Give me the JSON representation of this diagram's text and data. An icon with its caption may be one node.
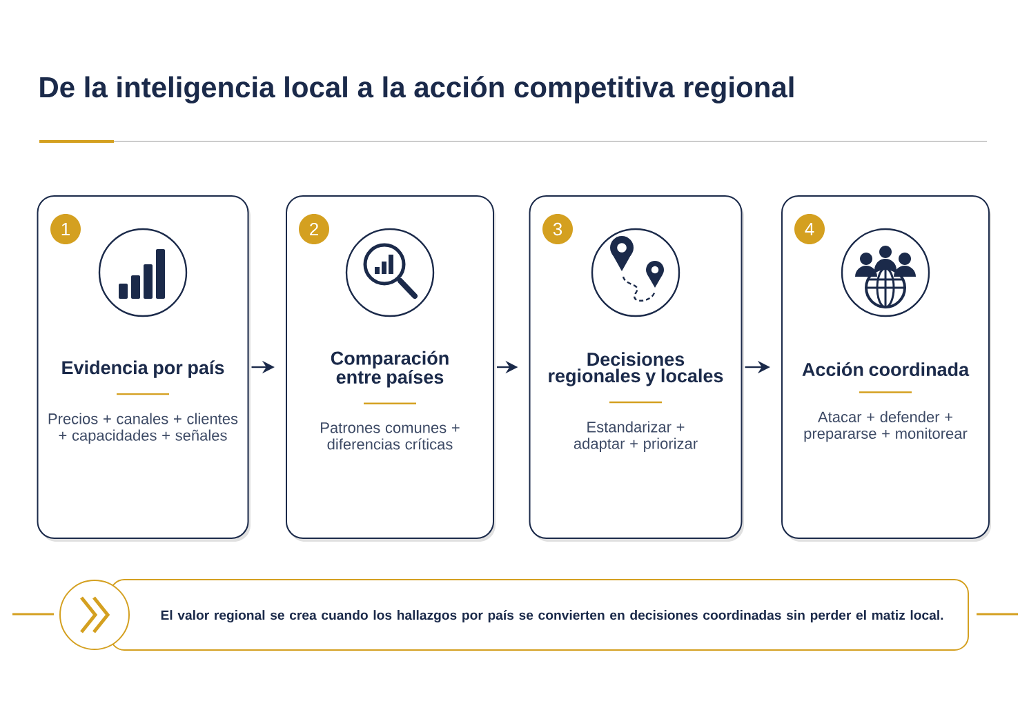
{
  "diagram": {
    "title": "De la inteligencia local a la acción competitiva regional",
    "nodes": [
      {
        "text": [
          "Evidencia por país",
          "Precios + canales + clientes + capacidades + señales"
        ]
      },
      {
        "text": [
          "1"
        ],
        "in": 0
      },
      {
        "text": [
          "Comparación entre países",
          "Patrones comunes + diferencias críticas"
        ]
      },
      {
        "text": [
          "2"
        ],
        "in": 2
      },
      {
        "text": [
          "Decisiones regionales y locales",
          "Estandarizar + adaptar + priorizar"
        ]
      },
      {
        "text": [
          "3"
        ],
        "in": 4
      },
      {
        "text": [
          "Acción coordinada",
          "Atacar + defender + prepararse + monitorear"
        ]
      },
      {
        "text": [
          "4"
        ],
        "in": 6
      },
      {
        "text": [
          "El valor regional se crea cuando los hallazgos por país se convierten en decisiones coordinadas sin perder el matiz local."
        ]
      }
    ],
    "edges": [
      {
        "from": 0,
        "to": 2,
        "arrow": "to"
      },
      {
        "from": 2,
        "to": 4,
        "arrow": "to"
      },
      {
        "from": 4,
        "to": 6,
        "arrow": "to"
      }
    ]
  }
}
